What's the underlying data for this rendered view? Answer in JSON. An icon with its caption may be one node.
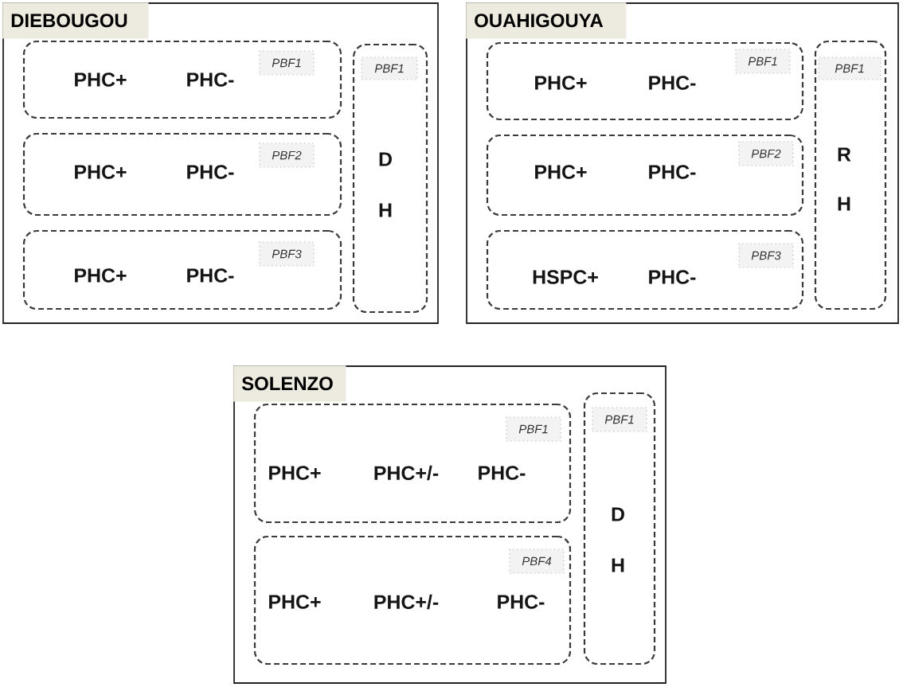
{
  "diagram": {
    "nodes": [
      {
        "text": [
          "DIEBOUGOU"
        ]
      },
      {
        "text": [
          "PHC+",
          "PHC-"
        ],
        "in": 0
      },
      {
        "text": [
          "PBF1"
        ],
        "in": 1
      },
      {
        "text": [
          "PHC+",
          "PHC-"
        ],
        "in": 0
      },
      {
        "text": [
          "PBF2"
        ],
        "in": 3
      },
      {
        "text": [
          "PHC+",
          "PHC-"
        ],
        "in": 0
      },
      {
        "text": [
          "PBF3"
        ],
        "in": 5
      },
      {
        "text": [
          "D",
          "H"
        ],
        "in": 0
      },
      {
        "text": [
          "PBF1"
        ],
        "in": 7
      },
      {
        "text": [
          "OUAHIGOUYA"
        ]
      },
      {
        "text": [
          "PHC+",
          "PHC-"
        ],
        "in": 9
      },
      {
        "text": [
          "PBF1"
        ],
        "in": 10
      },
      {
        "text": [
          "PHC+",
          "PHC-"
        ],
        "in": 9
      },
      {
        "text": [
          "PBF2"
        ],
        "in": 12
      },
      {
        "text": [
          "HSPC+",
          "PHC-"
        ],
        "in": 9
      },
      {
        "text": [
          "PBF3"
        ],
        "in": 14
      },
      {
        "text": [
          "R",
          "H"
        ],
        "in": 9
      },
      {
        "text": [
          "PBF1"
        ],
        "in": 16
      },
      {
        "text": [
          "SOLENZO"
        ]
      },
      {
        "text": [
          "PHC+",
          "PHC+/-",
          "PHC-"
        ],
        "in": 18
      },
      {
        "text": [
          "PBF1"
        ],
        "in": 19
      },
      {
        "text": [
          "PHC+",
          "PHC+/-",
          "PHC-"
        ],
        "in": 18
      },
      {
        "text": [
          "PBF4"
        ],
        "in": 21
      },
      {
        "text": [
          "D",
          "H"
        ],
        "in": 18
      },
      {
        "text": [
          "PBF1"
        ],
        "in": 23
      }
    ]
  }
}
